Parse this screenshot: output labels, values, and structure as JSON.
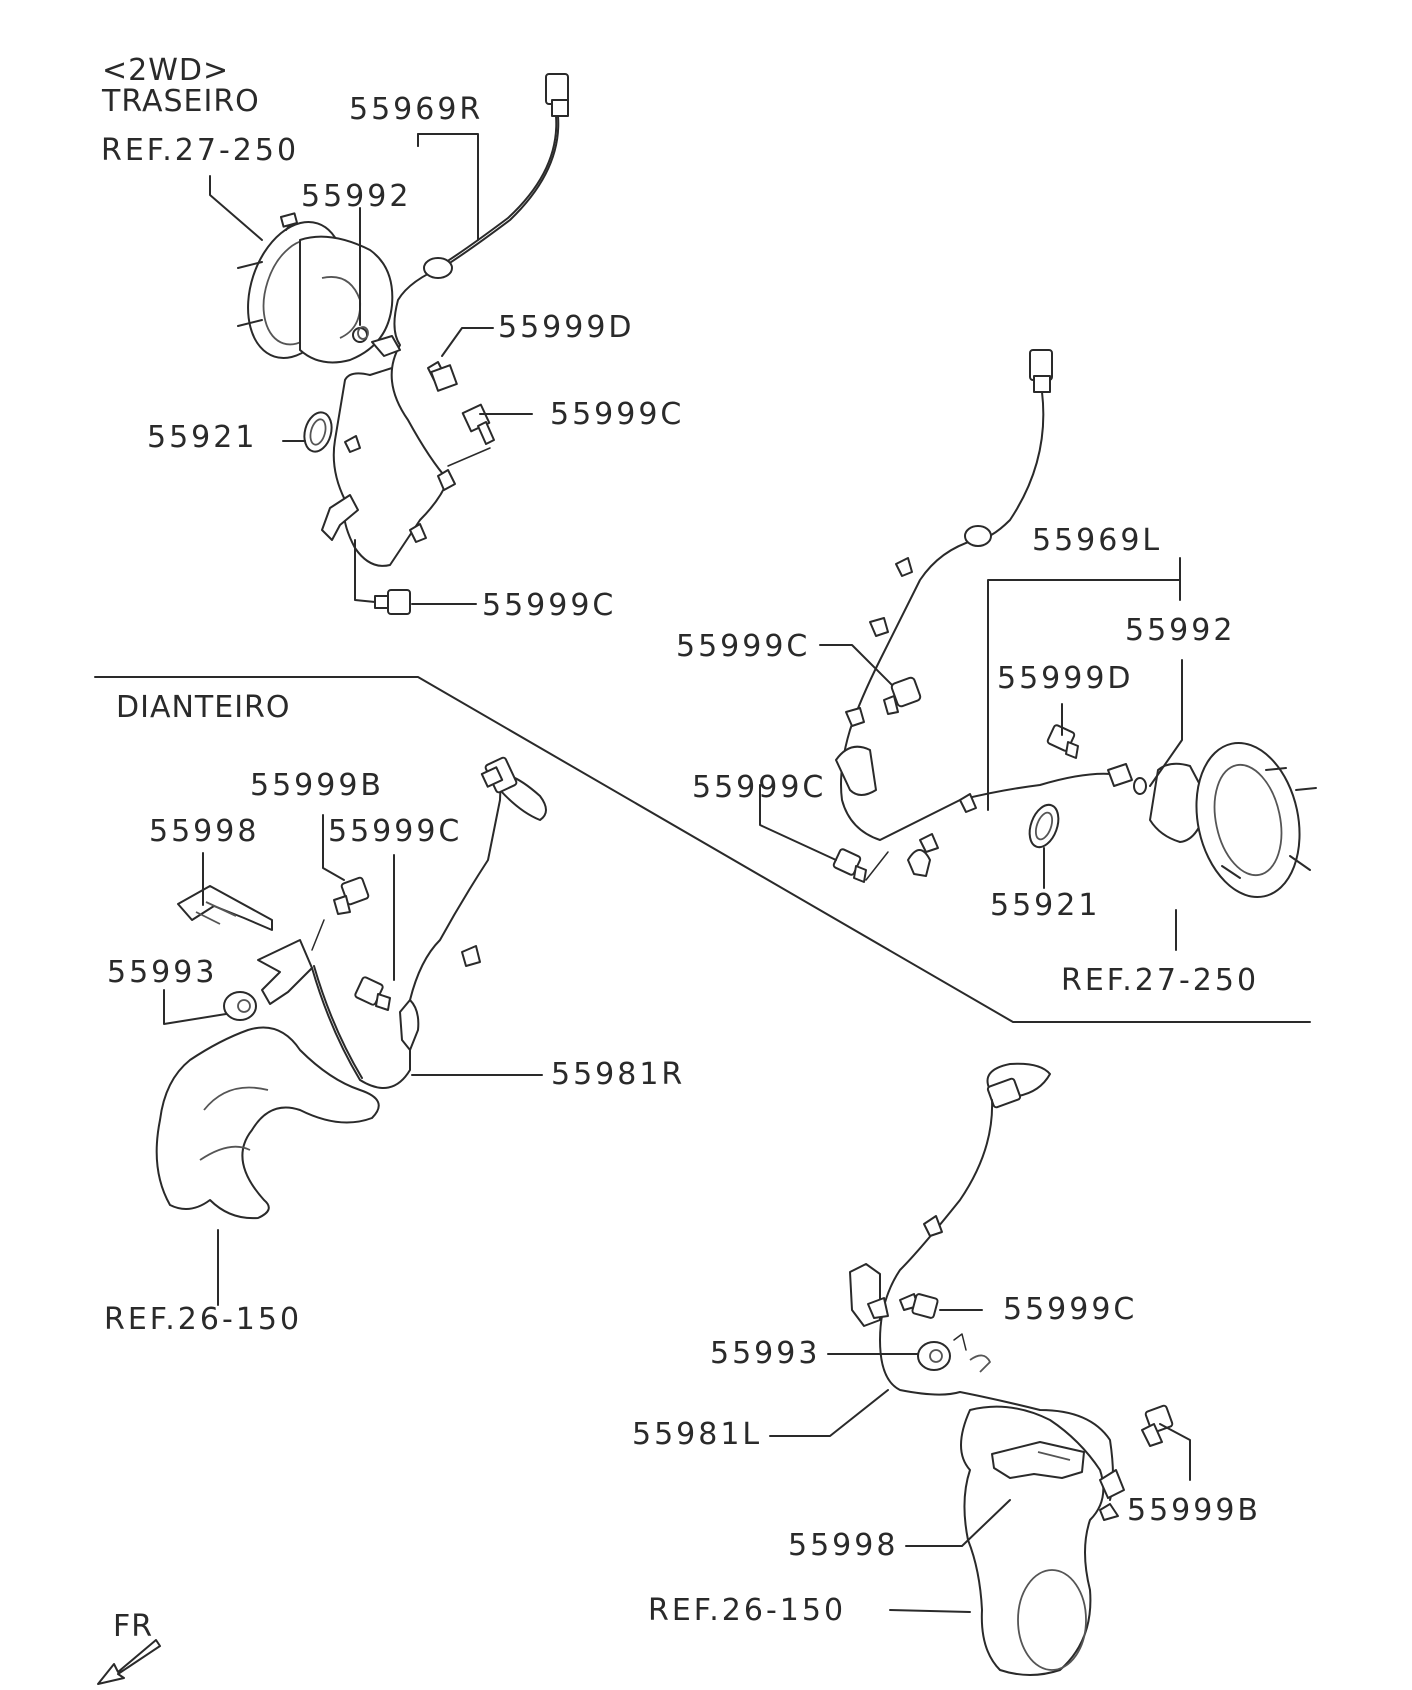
{
  "sections": {
    "rear": {
      "model": "<2WD>",
      "title": "TRASEIRO"
    },
    "front": {
      "title": "DIANTEIRO"
    }
  },
  "labels": {
    "rear_right": {
      "sensor": "55969R",
      "ref": "REF.27-250",
      "oring": "55992",
      "bolt_d": "55999D",
      "bolt_c_upper": "55999C",
      "grommet": "55921",
      "bolt_c_lower": "55999C"
    },
    "rear_left": {
      "sensor": "55969L",
      "oring": "55992",
      "bolt_d": "55999D",
      "bolt_c_upper": "55999C",
      "bolt_c_lower": "55999C",
      "grommet": "55921",
      "ref": "REF.27-250"
    },
    "front_right": {
      "bolt_b": "55999B",
      "bracket": "55998",
      "bolt_c": "55999C",
      "nut": "55993",
      "sensor": "55981R",
      "ref": "REF.26-150"
    },
    "front_left": {
      "bolt_c": "55999C",
      "nut": "55993",
      "sensor": "55981L",
      "bolt_b": "55999B",
      "bracket": "55998",
      "ref": "REF.26-150"
    }
  },
  "direction": {
    "label": "FR"
  },
  "icons": [
    "wheel-hub-icon",
    "knuckle-icon",
    "connector-icon",
    "bolt-icon",
    "nut-icon",
    "grommet-icon",
    "bracket-icon",
    "arrow-down-left-icon"
  ]
}
